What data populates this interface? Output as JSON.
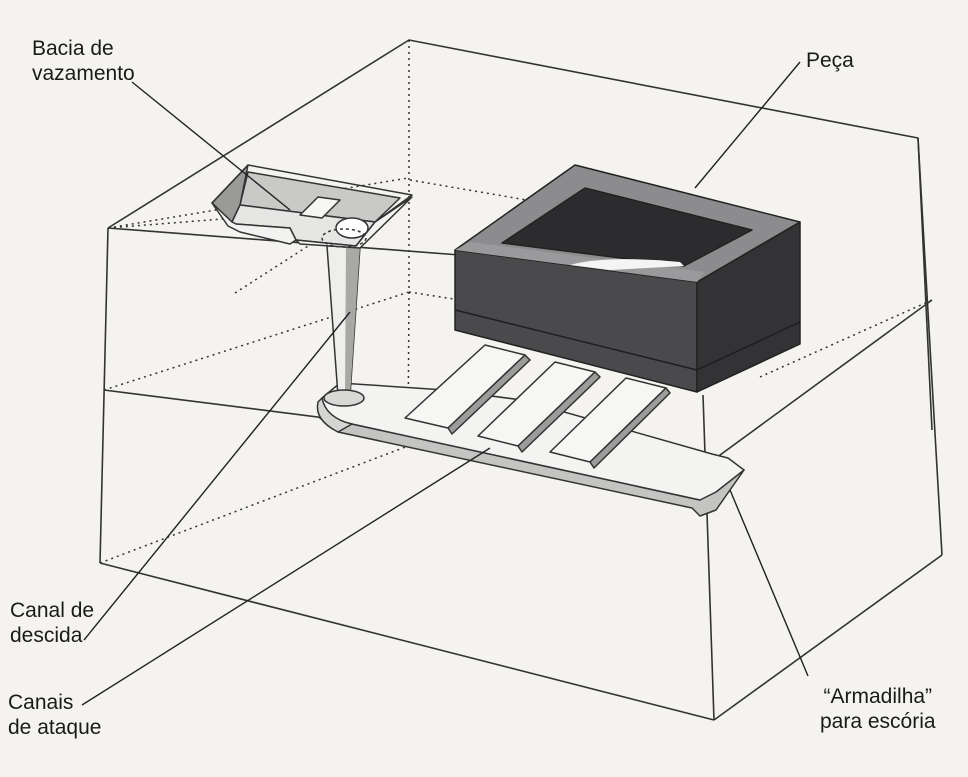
{
  "labels": {
    "pouring_basin": [
      "Bacia de",
      "vazamento"
    ],
    "casting": [
      "Peça"
    ],
    "sprue": [
      "Canal de",
      "descida"
    ],
    "gates": [
      "Canais",
      "de ataque"
    ],
    "slag_trap": [
      "“Armadilha”",
      "para escória"
    ]
  },
  "colors": {
    "casting": "#3f3f42",
    "casting_top": "#8a8a8c",
    "casting_inner": "#2e2e30",
    "mold_lines": "#333333",
    "metal_light": "#f2f2f0",
    "metal_shade": "#b9b9b7"
  }
}
